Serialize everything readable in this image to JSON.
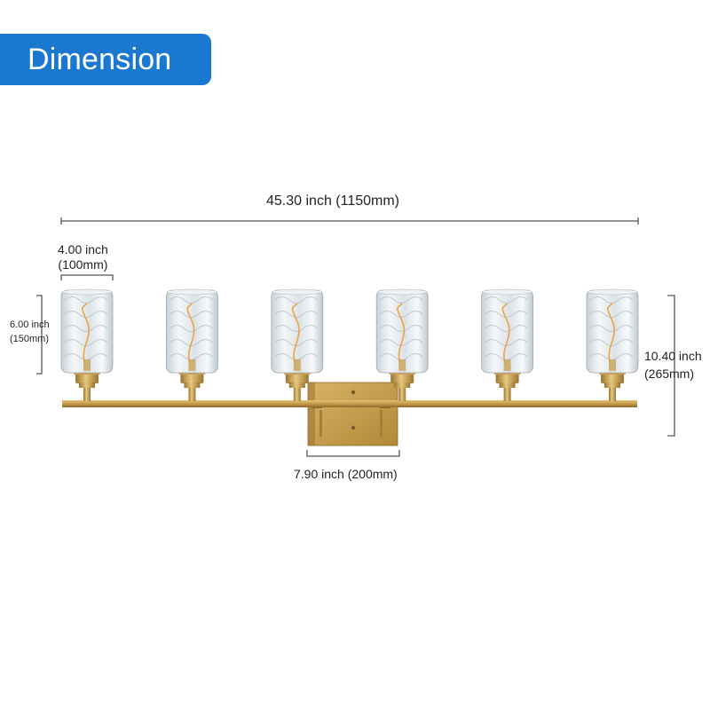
{
  "badge": {
    "label": "Dimension"
  },
  "dimensions": {
    "total_width": "45.30 inch (1150mm)",
    "shade_width": {
      "inch": "4.00 inch",
      "mm": "(100mm)"
    },
    "shade_height": {
      "inch": "6.00 inch",
      "mm": "(150mm)"
    },
    "total_height": {
      "inch": "10.40 inch",
      "mm": "(265mm)"
    },
    "backplate_width": "7.90 inch (200mm)"
  },
  "fixture": {
    "shade_count": 6,
    "finish_color": "#c49a4a",
    "glass_color": "#dfe6ea",
    "bulb_color": "#e8a545"
  },
  "colors": {
    "accent": "#1b78d0",
    "dimension_line": "#555555"
  }
}
